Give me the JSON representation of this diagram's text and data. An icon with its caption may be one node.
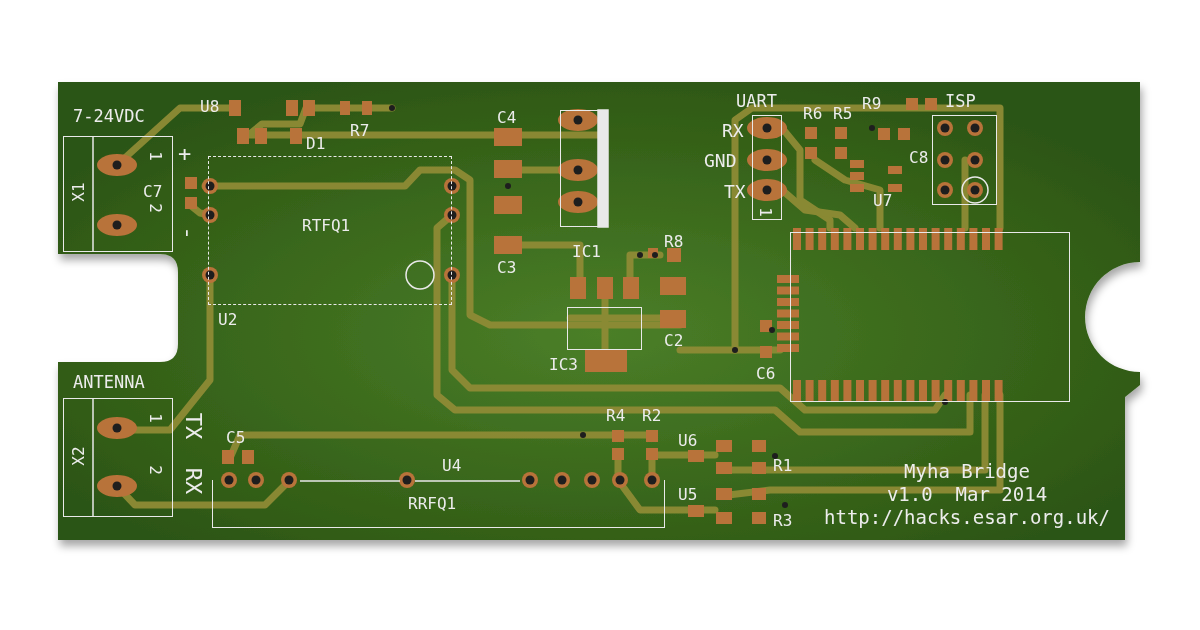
{
  "diagram": {
    "nodes": [
      {
        "text": [
          "7-24VDC",
          "X1"
        ]
      },
      {
        "text": [
          "RTFQ1"
        ],
        "beside": [
          "U2"
        ]
      },
      {
        "text": [
          "ANTENNA",
          "X2"
        ]
      },
      {
        "text": [
          "RRFQ1"
        ],
        "beside": [
          "U4"
        ]
      },
      {
        "text": [],
        "shape": "box",
        "beside": [
          "IC1"
        ]
      },
      {
        "text": [],
        "shape": "box",
        "beside": [
          "IC3"
        ]
      },
      {
        "text": [
          "UART"
        ]
      },
      {
        "text": [
          "ISP"
        ]
      },
      {
        "text": [],
        "shape": "box"
      }
    ],
    "labels": [
      "U8",
      "D1",
      "R7",
      "C4",
      "+",
      "C7",
      "-",
      "C3",
      "R8",
      "R6",
      "R5",
      "R9",
      "C8",
      "U7",
      "C2",
      "C6",
      "RX",
      "GND",
      "TX",
      "1",
      "1",
      "2",
      "1",
      "2",
      "TX",
      "RX",
      "C5",
      "R4",
      "R2",
      "U6",
      "U5",
      "R1",
      "R3",
      "Myha Bridge",
      "v1.0  Mar 2014",
      "http://hacks.esar.org.uk/"
    ]
  }
}
